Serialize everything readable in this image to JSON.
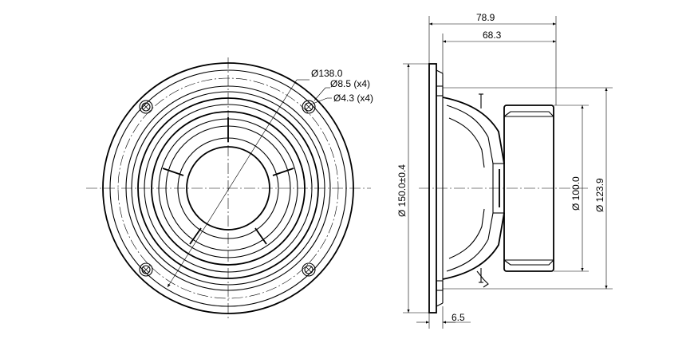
{
  "drawing": {
    "front_view": {
      "callouts": {
        "mount_circle": "Ø138.0",
        "hole_large": "Ø8.5 (x4)",
        "hole_small": "Ø4.3 (x4)"
      }
    },
    "side_view": {
      "dimensions": {
        "overall_depth": "78.9",
        "depth_from_flange": "68.3",
        "flange_thickness": "6.5",
        "frame_diameter": "Ø 150.0±0.4",
        "magnet_diameter": "Ø 100.0",
        "cutout_diameter": "Ø 123.9"
      }
    }
  }
}
